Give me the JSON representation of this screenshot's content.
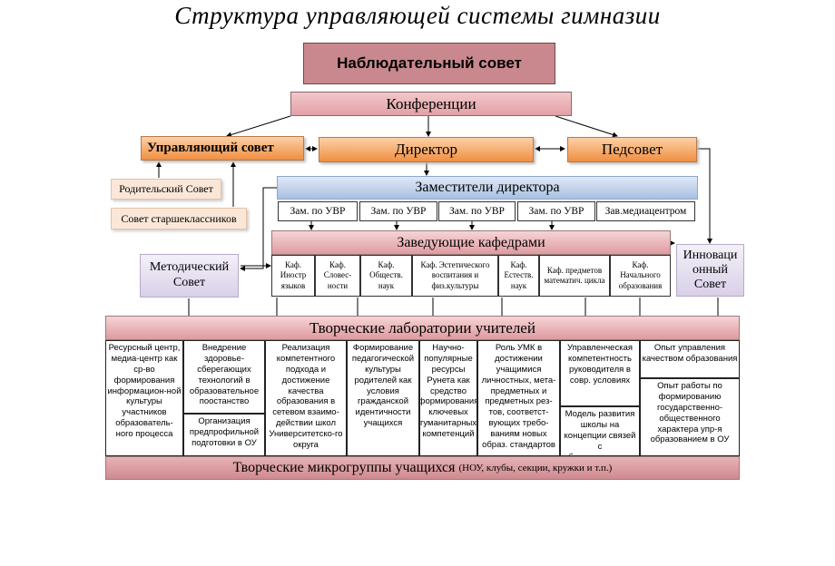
{
  "title": "Структура управляющей системы гимназии",
  "nablud": "Наблюдательный совет",
  "konferencii": "Конференции",
  "upr_sovet": "Управляющий совет",
  "direktor": "Директор",
  "pedsovet": "Педсовет",
  "roditel": "Родительский Совет",
  "starsheklass": "Совет старшеклассников",
  "zamestiteli": "Заместители директора",
  "zam_items": [
    "Зам. по УВР",
    "Зам. по УВР",
    "Зам. по УВР",
    "Зам. по УВР",
    "Зав.медиацентром"
  ],
  "zaved": "Заведующие кафедрами",
  "metod": "Методический Совет",
  "innov": "Инноваци онный Совет",
  "kafedry": [
    "Каф. Иностр языков",
    "Каф. Словес- ности",
    "Каф. Обществ. наук",
    "Каф. Эстетического воспитания и физ.культуры",
    "Каф. Естеств. наук",
    "Каф. предметов математич. цикла",
    "Каф. Начального образования"
  ],
  "tvorch_lab": "Творческие лаборатории учителей",
  "labs": {
    "c1": "Ресурсный центр, медиа-центр как ср-во формирования информацион-ной культуры участников образователь-ного процесса",
    "c2a": "Внедрение здоровье-сберегающих технологий в образовательное поостанство",
    "c2b": "Организация предпрофильной подготовки в ОУ",
    "c3": "Реализация компетентного подхода и достижение качества образования в сетевом взаимо-действии школ Университетско-го округа",
    "c4": "Формирование педагогической культуры родителей как условия гражданской идентичности учащихся",
    "c5": "Научно-популярные ресурсы Рунета как средство формирования ключевых гуманитарных компетенций",
    "c6": "Роль УМК в достижении учащимися личностных, мета-предметных и предметных рез-тов, соответст-вующих требо-ваниям новых образ. стандартов",
    "c7a": "Управленческая компетентность руководителя в совр. условиях",
    "c7b": "Модель развития школы на концепции связей с общественностью",
    "c8a": "Опыт управления качеством образования",
    "c8b": "Опыт работы по формированию государственно-общественного характера упр-я образованием в ОУ"
  },
  "mikro": "Творческие микрогруппы учащихся",
  "mikro_small": "(НОУ, клубы, секции, кружки и т.п.)"
}
